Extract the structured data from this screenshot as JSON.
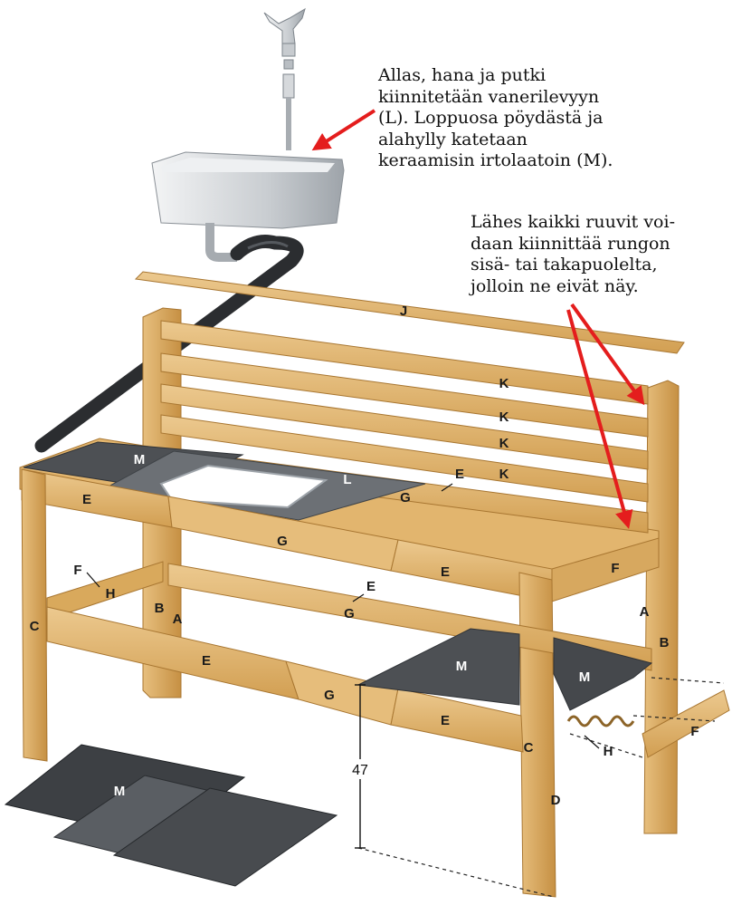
{
  "callouts": {
    "top": [
      "Allas, hana ja putki",
      "kiinnitetään vanerilevyyn",
      "(L). Loppuosa pöydästä ja",
      "alahylly katetaan",
      "keraamisin irtolaatoin (M)."
    ],
    "right": [
      "Lähes kaikki ruuvit voi-",
      "daan kiinnittää rungon",
      "sisä- tai takapuolelta,",
      "jolloin ne eivät näy."
    ]
  },
  "part_labels": {
    "J": "J",
    "K1": "K",
    "K2": "K",
    "K3": "K",
    "K4": "K",
    "M_top": "M",
    "L": "L",
    "E_top_right": "E",
    "E_left": "E",
    "G_top": "G",
    "G_front": "G",
    "E_front": "E",
    "F_right_top": "F",
    "F_left": "F",
    "H_left": "H",
    "B_left": "B",
    "A_left": "A",
    "C_left": "C",
    "E_mid": "E",
    "G_mid": "G",
    "A_right": "A",
    "B_right": "B",
    "E_lower_left": "E",
    "G_lower": "G",
    "E_lower_right": "E",
    "M_shelf_left": "M",
    "M_shelf_right": "M",
    "C_right": "C",
    "D": "D",
    "H_right": "H",
    "F_detail": "F",
    "M_loose": "M"
  },
  "dimension": {
    "height": "47"
  },
  "colors": {
    "wood": "#d9a95c",
    "wood_light": "#e9c486",
    "wood_dark": "#b07e37",
    "tile": "#505357",
    "tile_light": "#6c7075",
    "steel": "#d9dcdf",
    "hose": "#2b2d30",
    "arrow": "#e41d1d"
  }
}
